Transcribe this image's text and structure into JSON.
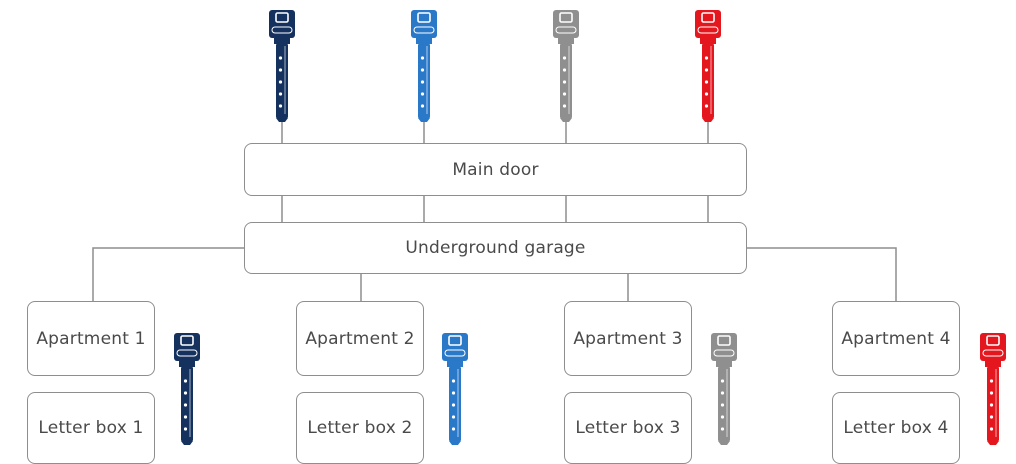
{
  "colors": {
    "navy": "#15325f",
    "blue": "#2a78c8",
    "gray": "#8f8f8f",
    "red": "#e4171e",
    "line": "#8e8e8e",
    "text": "#4a4a4a"
  },
  "main_door": {
    "label": "Main door"
  },
  "garage": {
    "label": "Underground garage"
  },
  "apartments": [
    {
      "apartment": "Apartment 1",
      "letter_box": "Letter box 1",
      "key_color": "navy"
    },
    {
      "apartment": "Apartment 2",
      "letter_box": "Letter box 2",
      "key_color": "blue"
    },
    {
      "apartment": "Apartment 3",
      "letter_box": "Letter box 3",
      "key_color": "gray"
    },
    {
      "apartment": "Apartment 4",
      "letter_box": "Letter box 4",
      "key_color": "red"
    }
  ],
  "top_keys": [
    "navy",
    "blue",
    "gray",
    "red"
  ],
  "icons": {
    "key": "key-icon"
  }
}
